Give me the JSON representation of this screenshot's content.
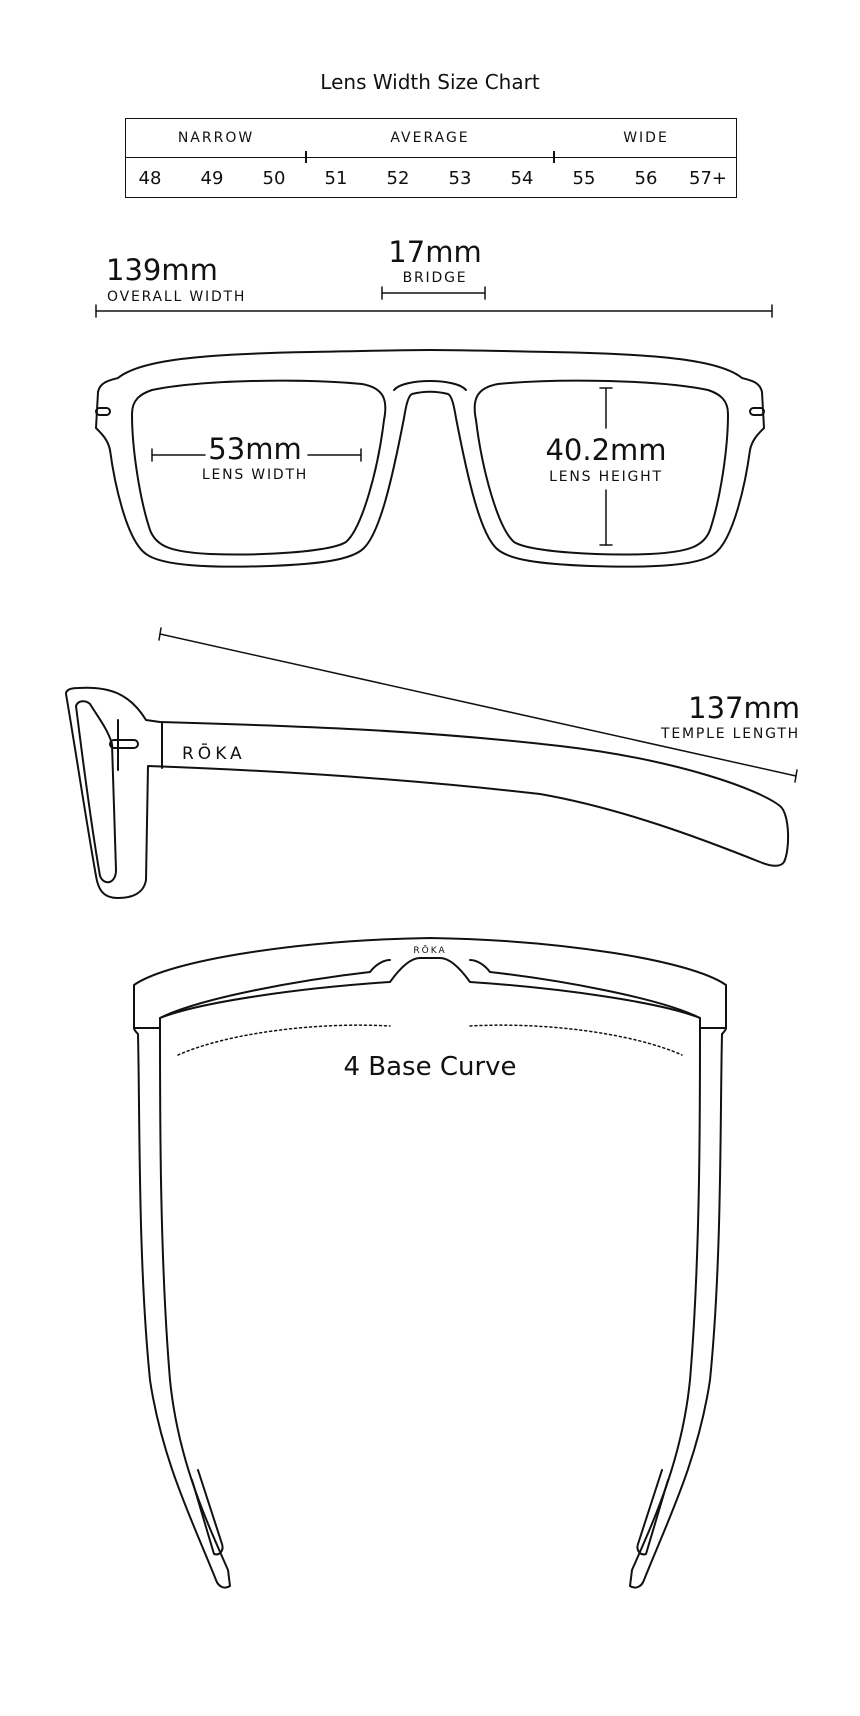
{
  "title": "Lens Width Size Chart",
  "size_table": {
    "categories": [
      "NARROW",
      "AVERAGE",
      "WIDE"
    ],
    "sizes": [
      "48",
      "49",
      "50",
      "51",
      "52",
      "53",
      "54",
      "55",
      "56",
      "57+"
    ]
  },
  "measurements": {
    "overall_width": {
      "value": "139mm",
      "label": "OVERALL WIDTH"
    },
    "bridge": {
      "value": "17mm",
      "label": "BRIDGE"
    },
    "lens_width": {
      "value": "53mm",
      "label": "LENS WIDTH"
    },
    "lens_height": {
      "value": "40.2mm",
      "label": "LENS HEIGHT"
    },
    "temple_length": {
      "value": "137mm",
      "label": "TEMPLE LENGTH"
    }
  },
  "brand_mark": "RŌKA",
  "base_curve": "4 Base Curve"
}
